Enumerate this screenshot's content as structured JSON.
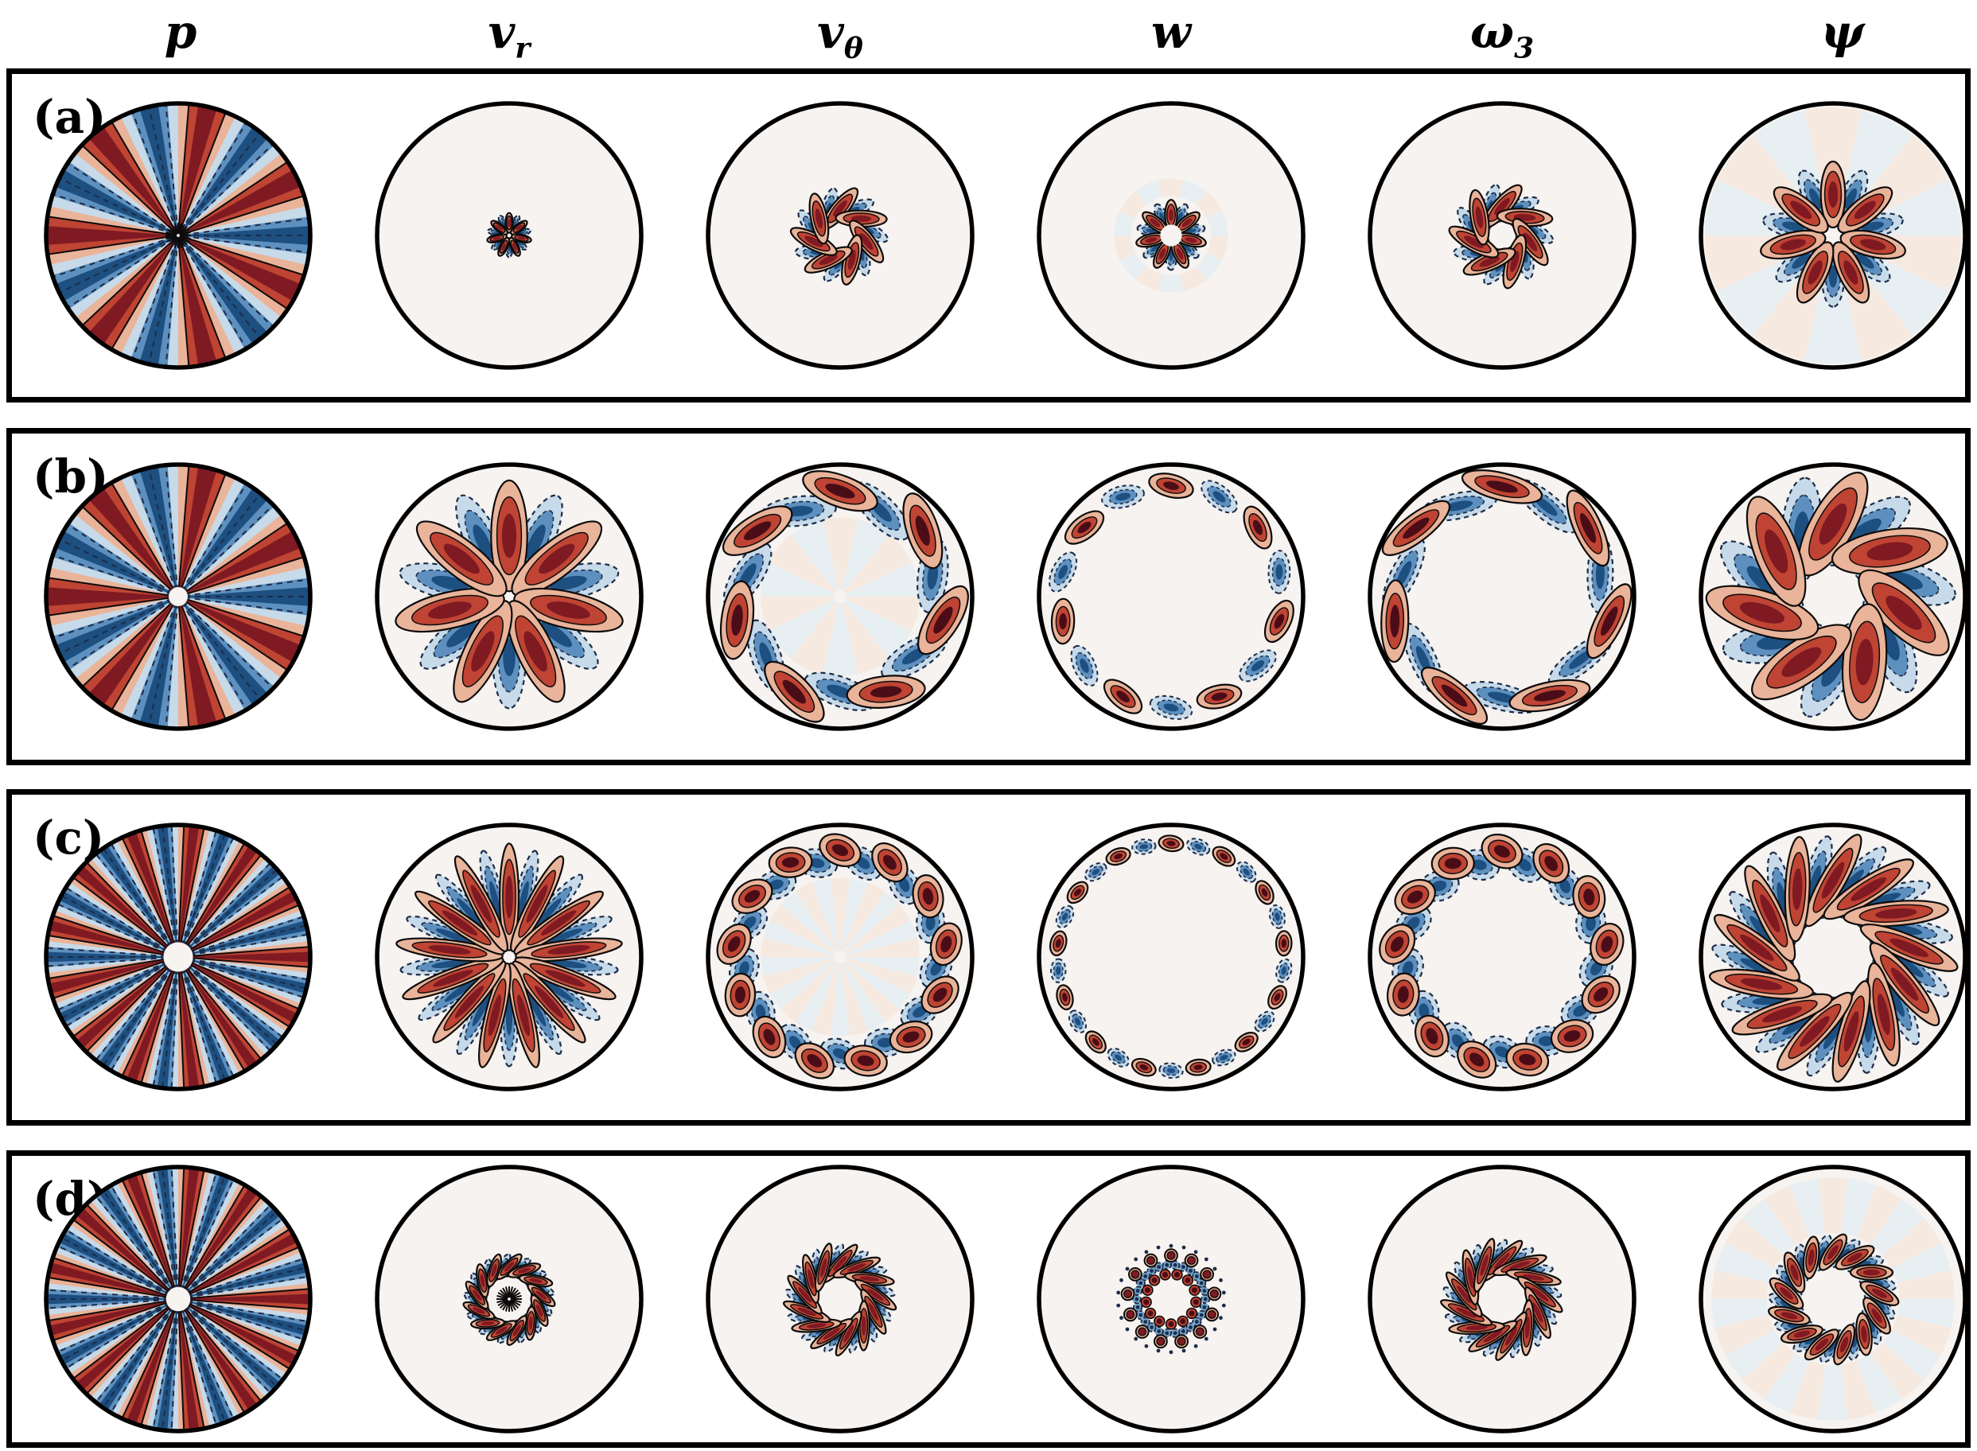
{
  "figure": {
    "type": "scientific-figure",
    "description": "Grid of pipe-flow eigenmode cross-sections: four boxed rows (a)-(d), six circular contour plots per row showing pressure, radial velocity, azimuthal velocity, axial velocity, axial vorticity and streamfunction with red positive (solid contours) and blue negative (dashed contours) lobes on an off-white disk.",
    "columns": [
      {
        "key": "p",
        "base": "p",
        "sub": ""
      },
      {
        "key": "vr",
        "base": "v",
        "sub": "r"
      },
      {
        "key": "vtheta",
        "base": "v",
        "sub": "θ"
      },
      {
        "key": "w",
        "base": "w",
        "sub": ""
      },
      {
        "key": "omega3",
        "base": "ω",
        "sub": "3"
      },
      {
        "key": "psi",
        "base": "ψ",
        "sub": ""
      }
    ],
    "palette": {
      "page_bg": "#ffffff",
      "panel_border": "#000000",
      "disk_bg": "#f6f3f0",
      "disk_edge": "#000000",
      "red_core": "#7f1a23",
      "red_mid": "#bf4433",
      "red_light": "#e9b49a",
      "red_pale": "#f7e4d8",
      "blue_core": "#1d4f80",
      "blue_mid": "#5d90bf",
      "blue_light": "#c6daea",
      "blue_pale": "#e2ecf4",
      "maroon": "#4a0d18",
      "navy": "#16304f",
      "contour_solid": "#0d0b0b",
      "contour_dashed": "#1d2c47"
    },
    "rows": [
      {
        "key": "a",
        "label": "(a)",
        "cells": [
          {
            "col": "p",
            "pattern": "sectors",
            "m": 7,
            "r0": 0.02,
            "r1": 1.0,
            "center_star": true,
            "desc": "Full-disk pinwheel of 14 alternating red/blue azimuthal sectors meeting at the centre; solid contours in red wedges, dashed in blue"
          },
          {
            "col": "vr",
            "pattern": "petals",
            "m": 7,
            "r0": 0.02,
            "r1": 0.17,
            "desc": "Tiny seven-lobed red/blue flower at the centre of an otherwise uniform pale disk"
          },
          {
            "col": "vtheta",
            "pattern": "pinwheel",
            "m": 7,
            "r0": 0.03,
            "r1": 0.38,
            "tilt": 40,
            "desc": "Small swirl of seven curved red petals with dashed blue petals between"
          },
          {
            "col": "w",
            "pattern": "petals",
            "m": 7,
            "r0": 0.04,
            "r1": 0.27,
            "hole": true,
            "halo": {
              "r0": 0.3,
              "r1": 0.43
            },
            "desc": "Compact seven-petal rosette of dark red teardrops and dashed blue lobes around a white pinhole, with faint pale halo spots"
          },
          {
            "col": "omega3",
            "pattern": "pinwheel",
            "m": 7,
            "r0": 0.03,
            "r1": 0.41,
            "tilt": 42,
            "desc": "Swirling seven-arm spiral of red petals and dashed blue arms"
          },
          {
            "col": "psi",
            "pattern": "petals",
            "m": 7,
            "r0": 0.06,
            "r1": 0.56,
            "halo": {
              "r0": 0.08,
              "r1": 0.97
            },
            "desc": "Medium seven-petal flower with a faint pale radial wash extending toward the wall"
          }
        ]
      },
      {
        "key": "b",
        "label": "(b)",
        "cells": [
          {
            "col": "p",
            "pattern": "sectors",
            "m": 7,
            "r0": 0.03,
            "r1": 1.0,
            "hole": true,
            "desc": "Seven broad dark-red and seven dark-blue wedges spanning the whole disk, converging on a small white centre"
          },
          {
            "col": "vr",
            "pattern": "petals",
            "m": 7,
            "r0": 0.04,
            "r1": 0.88,
            "desc": "Large daisy of seven solid-outlined red petals alternating with dashed blue petals"
          },
          {
            "col": "vtheta",
            "pattern": "crescents",
            "m": 7,
            "r0": 0.6,
            "r1": 0.97,
            "tilt": 20,
            "halo": {
              "r0": 0.05,
              "r1": 0.6
            },
            "desc": "Near-wall ring of tilted red crescents and dashed blue crescents; very pale interior pinwheel wash"
          },
          {
            "col": "w",
            "pattern": "ringblobs",
            "m": 7,
            "r": 0.84,
            "ar": 2.0,
            "tilt": 14,
            "desc": "Near-wall ring of alternating isolated red ovals and dashed blue ovals"
          },
          {
            "col": "omega3",
            "pattern": "crescents",
            "m": 7,
            "r0": 0.66,
            "r1": 0.98,
            "tilt": 14,
            "desc": "Dense near-wall band of interleaved red and dashed blue crescents, interior nearly blank"
          },
          {
            "col": "psi",
            "pattern": "pinwheel",
            "m": 7,
            "r0": 0.15,
            "r1": 0.95,
            "tilt": 30,
            "desc": "Seven large hooked red petals swirling with blue regions between, white central star"
          }
        ]
      },
      {
        "key": "c",
        "label": "(c)",
        "cells": [
          {
            "col": "p",
            "pattern": "sectors",
            "m": 13,
            "r0": 0.07,
            "r1": 1.0,
            "hole": true,
            "desc": "Twenty-six narrow alternating red/blue spokes from a small white centre to the wall"
          },
          {
            "col": "vr",
            "pattern": "petals",
            "m": 13,
            "r0": 0.05,
            "r1": 0.86,
            "desc": "Thirteen long red petals alternating with dashed blue petals, converging dark at the centre"
          },
          {
            "col": "vtheta",
            "pattern": "crescents",
            "m": 13,
            "r0": 0.62,
            "r1": 0.97,
            "tilt": 24,
            "halo": {
              "r0": 0.05,
              "r1": 0.6
            },
            "desc": "Near-wall ring of thirteen tilted red slivers and dashed blue slivers, faint interior wash"
          },
          {
            "col": "w",
            "pattern": "ringblobs",
            "m": 13,
            "r": 0.86,
            "ar": 1.6,
            "tilt": 8,
            "desc": "Near-wall necklace of twenty-six small alternating red and dashed blue ovals"
          },
          {
            "col": "omega3",
            "pattern": "crescents",
            "m": 13,
            "r0": 0.6,
            "r1": 0.97,
            "tilt": 26,
            "desc": "Ring of thirteen curved red filaments with dashed blue between, pale interior"
          },
          {
            "col": "psi",
            "pattern": "pinwheel",
            "m": 13,
            "r0": 0.22,
            "r1": 0.94,
            "tilt": 30,
            "desc": "Thirteen comma-shaped red petals with blue between, swirling around a white central star"
          }
        ]
      },
      {
        "key": "d",
        "label": "(d)",
        "cells": [
          {
            "col": "p",
            "pattern": "sectors",
            "m": 13,
            "r0": 0.05,
            "r1": 1.0,
            "hole": true,
            "desc": "Twenty-six alternating red/blue spokes filling the disk, small white centre"
          },
          {
            "col": "vr",
            "pattern": "pinwheel",
            "m": 13,
            "r0": 0.13,
            "r1": 0.36,
            "tilt": 45,
            "center_star": true,
            "desc": "Small wreath of thirteen tilted red slivers with dashed blue tufts and a dark spoked centre"
          },
          {
            "col": "vtheta",
            "pattern": "pinwheel",
            "m": 13,
            "r0": 0.1,
            "r1": 0.44,
            "tilt": 42,
            "desc": "Compact swirl of thirteen curved dark red petals with dashed blue between"
          },
          {
            "col": "w",
            "pattern": "rosette",
            "m": 13,
            "r0": 0.19,
            "r1": 0.33,
            "desc": "Intricate central double ring of small red and dark maroon blobs with a dashed blue lattice and outer dots"
          },
          {
            "col": "omega3",
            "pattern": "pinwheel",
            "m": 13,
            "r0": 0.1,
            "r1": 0.48,
            "tilt": 45,
            "desc": "Pinwheel of thirteen dark red curved blades with dashed blue between, tiny white centre"
          },
          {
            "col": "psi",
            "pattern": "pinwheel",
            "m": 13,
            "r0": 0.21,
            "r1": 0.5,
            "tilt": 35,
            "halo": {
              "r0": 0.5,
              "r1": 0.92
            },
            "desc": "Central wreath of thirteen red petals with faint pale spokes radiating toward the wall"
          }
        ]
      }
    ]
  }
}
